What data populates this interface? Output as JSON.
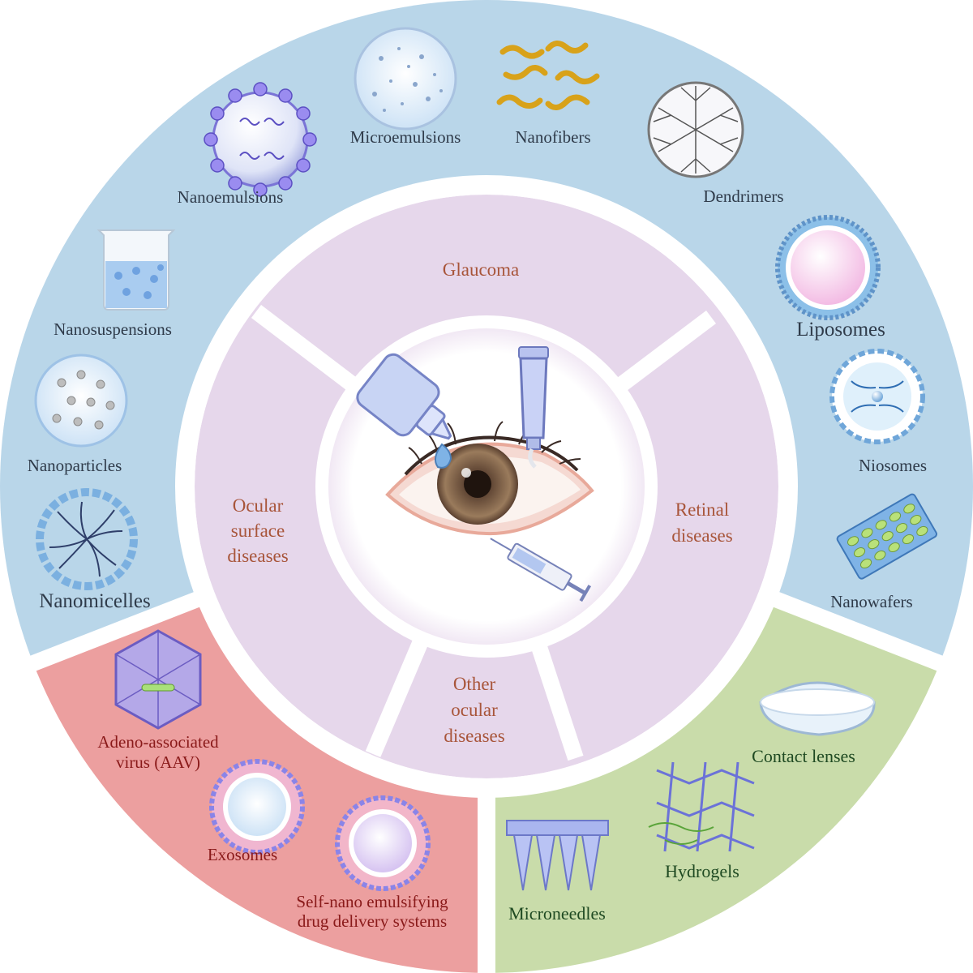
{
  "colors": {
    "outer_blue": "#b9d6e9",
    "outer_red": "#ec9f9f",
    "outer_green": "#c9dcaa",
    "inner_sector": "#e6d7eb",
    "sector_text": "#a8553a"
  },
  "sectors": {
    "top": "Glaucoma",
    "left": [
      "Ocular",
      "surface",
      "diseases"
    ],
    "right": [
      "Retinal",
      "diseases"
    ],
    "bottom": [
      "Other",
      "ocular",
      "diseases"
    ]
  },
  "blue_items": {
    "nanoemulsions": "Nanoemulsions",
    "microemulsions": "Microemulsions",
    "nanofibers": "Nanofibers",
    "dendrimers": "Dendrimers",
    "nanosuspensions": "Nanosuspensions",
    "liposomes": "Liposomes",
    "nanoparticles": "Nanoparticles",
    "niosomes": "Niosomes",
    "nanomicelles": "Nanomicelles",
    "nanowafers": "Nanowafers"
  },
  "red_items": {
    "aav": [
      "Adeno-associated",
      "virus (AAV)"
    ],
    "exosomes": "Exosomes",
    "snedds": [
      "Self-nano emulsifying",
      "drug delivery systems"
    ]
  },
  "green_items": {
    "contact_lenses": "Contact lenses",
    "hydrogels": "Hydrogels",
    "microneedles": "Microneedles"
  }
}
